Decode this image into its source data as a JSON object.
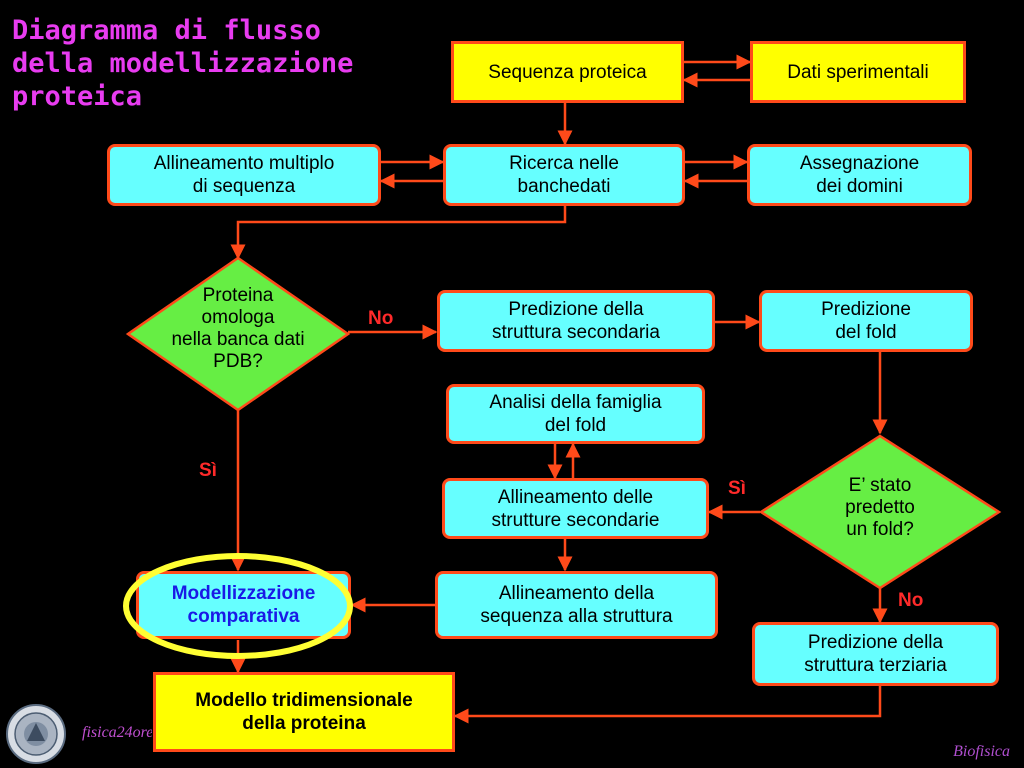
{
  "title": {
    "line1": "Diagramma di flusso",
    "line2": "della modellizzazione",
    "line3": "proteica"
  },
  "nodes": {
    "sequenza": "Sequenza proteica",
    "dati": "Dati sperimentali",
    "allineamento_multiplo": {
      "line1": "Allineamento multiplo",
      "line2": "di sequenza"
    },
    "ricerca": {
      "line1": "Ricerca nelle",
      "line2": "banchedati"
    },
    "assegnazione": {
      "line1": "Assegnazione",
      "line2": "dei domini"
    },
    "proteina_omologa": {
      "line1": "Proteina",
      "line2": "omologa",
      "line3": "nella banca dati",
      "line4": "PDB?"
    },
    "pred_secondaria": {
      "line1": "Predizione della",
      "line2": "struttura secondaria"
    },
    "pred_fold": {
      "line1": "Predizione",
      "line2": "del fold"
    },
    "analisi_famiglia": {
      "line1": "Analisi della famiglia",
      "line2": "del fold"
    },
    "allineamento_strutture": {
      "line1": "Allineamento delle",
      "line2": "strutture secondarie"
    },
    "stato_predetto": {
      "line1": "E’ stato",
      "line2": "predetto",
      "line3": "un fold?"
    },
    "modellizzazione": {
      "line1": "Modellizzazione",
      "line2": "comparativa"
    },
    "allineamento_sequenza": {
      "line1": "Allineamento della",
      "line2": "sequenza alla struttura"
    },
    "pred_terziaria": {
      "line1": "Predizione della",
      "line2": "struttura terziaria"
    },
    "modello": {
      "line1": "Modello tridimensionale",
      "line2": "della proteina"
    }
  },
  "labels": {
    "no_1": "No",
    "si_1": "Sì",
    "si_2": "Sì",
    "no_2": "No"
  },
  "footer": {
    "left": "fisica24ore",
    "right": "Biofisica"
  },
  "colors": {
    "background": "#000000",
    "title": "#e83cf0",
    "box_border": "#ff4a1a",
    "yellow_fill": "#ffff00",
    "cyan_fill": "#66ffff",
    "diamond_fill": "#66ee44",
    "arrow": "#ff4a1a",
    "label": "#ff2a2a",
    "highlight_ellipse": "#ffff33",
    "modellizzazione_text": "#1a1ae6"
  },
  "icons": {
    "logo": "university-seal-icon"
  }
}
